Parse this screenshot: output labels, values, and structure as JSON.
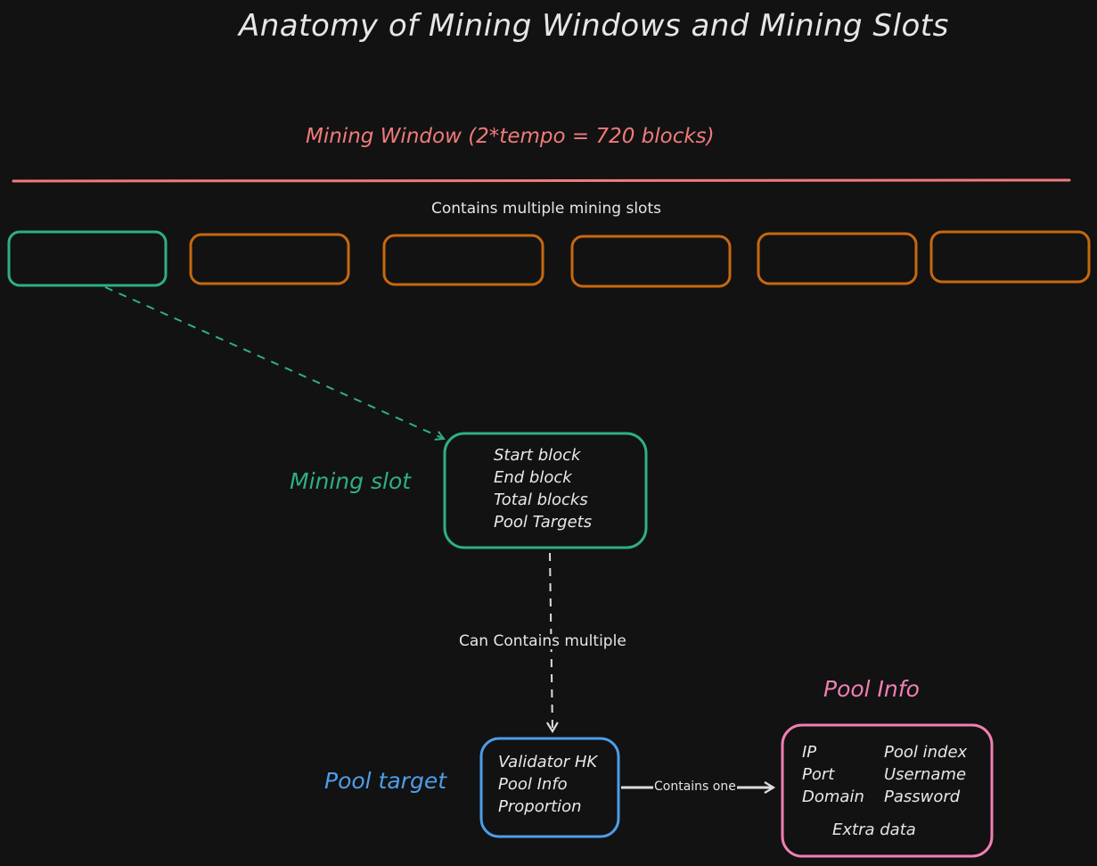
{
  "diagram": {
    "title": "Anatomy of Mining Windows and Mining Slots",
    "mining_window_label": "Mining Window (2*tempo = 720 blocks)",
    "contains_slots_label": "Contains multiple mining slots",
    "mining_slot": {
      "label": "Mining slot",
      "fields": [
        "Start block",
        "End block",
        "Total blocks",
        "Pool Targets"
      ]
    },
    "edge_slot_to_target": "Can Contains multiple",
    "pool_target": {
      "label": "Pool target",
      "fields": [
        "Validator HK",
        "Pool Info",
        "Proportion"
      ]
    },
    "edge_target_to_info": "Contains one",
    "pool_info": {
      "label": "Pool Info",
      "fields_left": [
        "IP",
        "Port",
        "Domain"
      ],
      "fields_right": [
        "Pool index",
        "Username",
        "Password"
      ],
      "extra": "Extra data"
    }
  },
  "colors": {
    "background": "#121212",
    "window": "#f17a7a",
    "slot_active": "#2fae86",
    "slot_other": "#c7680f",
    "pool_target": "#4d9ee9",
    "pool_info": "#f27fb3",
    "text": "#e6e6e6"
  }
}
